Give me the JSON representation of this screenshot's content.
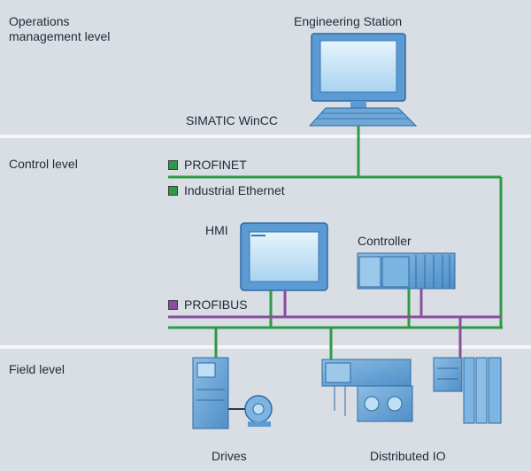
{
  "levels": {
    "operations": "Operations\nmanagement level",
    "control": "Control level",
    "field": "Field level"
  },
  "devices": {
    "engineering_station": "Engineering Station",
    "wincc": "SIMATIC WinCC",
    "hmi": "HMI",
    "controller": "Controller",
    "drives": "Drives",
    "distributed_io": "Distributed IO"
  },
  "networks": {
    "profinet": "PROFINET",
    "industrial_ethernet": "Industrial Ethernet",
    "profibus": "PROFIBUS"
  },
  "colors": {
    "background": "#d9dee4",
    "level_divider": "#f4f6f8",
    "ethernet_green": "#2f9a46",
    "profibus_purple": "#8b4d9e",
    "device_blue": "#6fa7d6",
    "screen_blue": "#bfe0f4"
  }
}
